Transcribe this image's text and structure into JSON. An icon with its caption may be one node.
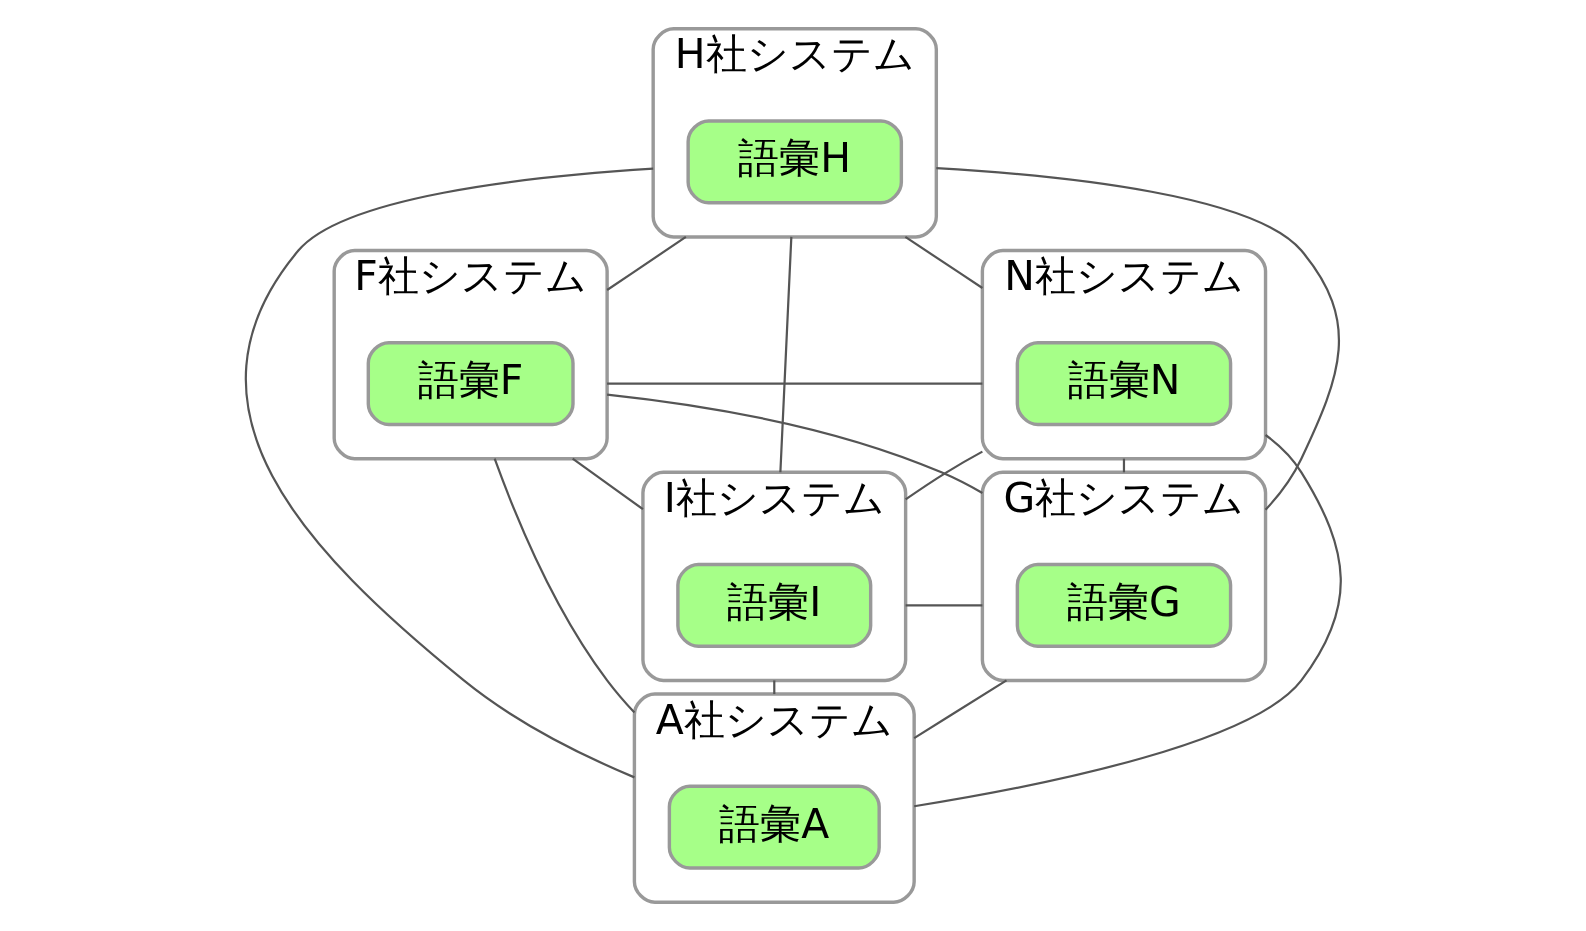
{
  "diagram": {
    "nodes": [
      {
        "text": [
          "H社システム"
        ]
      },
      {
        "text": [
          "語彙H"
        ],
        "in": 0
      },
      {
        "text": [
          "F社システム"
        ]
      },
      {
        "text": [
          "語彙F"
        ],
        "in": 2
      },
      {
        "text": [
          "N社システム"
        ]
      },
      {
        "text": [
          "語彙N"
        ],
        "in": 4
      },
      {
        "text": [
          "G社システム"
        ]
      },
      {
        "text": [
          "語彙G"
        ],
        "in": 6
      },
      {
        "text": [
          "I社システム"
        ]
      },
      {
        "text": [
          "語彙I"
        ],
        "in": 8
      },
      {
        "text": [
          "A社システム"
        ]
      },
      {
        "text": [
          "語彙A"
        ],
        "in": 10
      }
    ],
    "edges": [
      {
        "from": 0,
        "to": 2,
        "arrow": "none"
      },
      {
        "from": 0,
        "to": 4,
        "arrow": "none"
      },
      {
        "from": 0,
        "to": 10,
        "arrow": "none"
      },
      {
        "from": 0,
        "to": 6,
        "arrow": "none"
      },
      {
        "from": 0,
        "to": 8,
        "arrow": "none"
      },
      {
        "from": 2,
        "to": 4,
        "arrow": "none"
      },
      {
        "from": 2,
        "to": 6,
        "arrow": "none"
      },
      {
        "from": 2,
        "to": 8,
        "arrow": "none"
      },
      {
        "from": 2,
        "to": 10,
        "arrow": "none"
      },
      {
        "from": 4,
        "to": 8,
        "arrow": "none"
      },
      {
        "from": 4,
        "to": 6,
        "arrow": "none"
      },
      {
        "from": 4,
        "to": 10,
        "arrow": "none"
      },
      {
        "from": 6,
        "to": 8,
        "arrow": "none"
      },
      {
        "from": 6,
        "to": 10,
        "arrow": "none"
      },
      {
        "from": 8,
        "to": 10,
        "arrow": "none"
      }
    ]
  }
}
